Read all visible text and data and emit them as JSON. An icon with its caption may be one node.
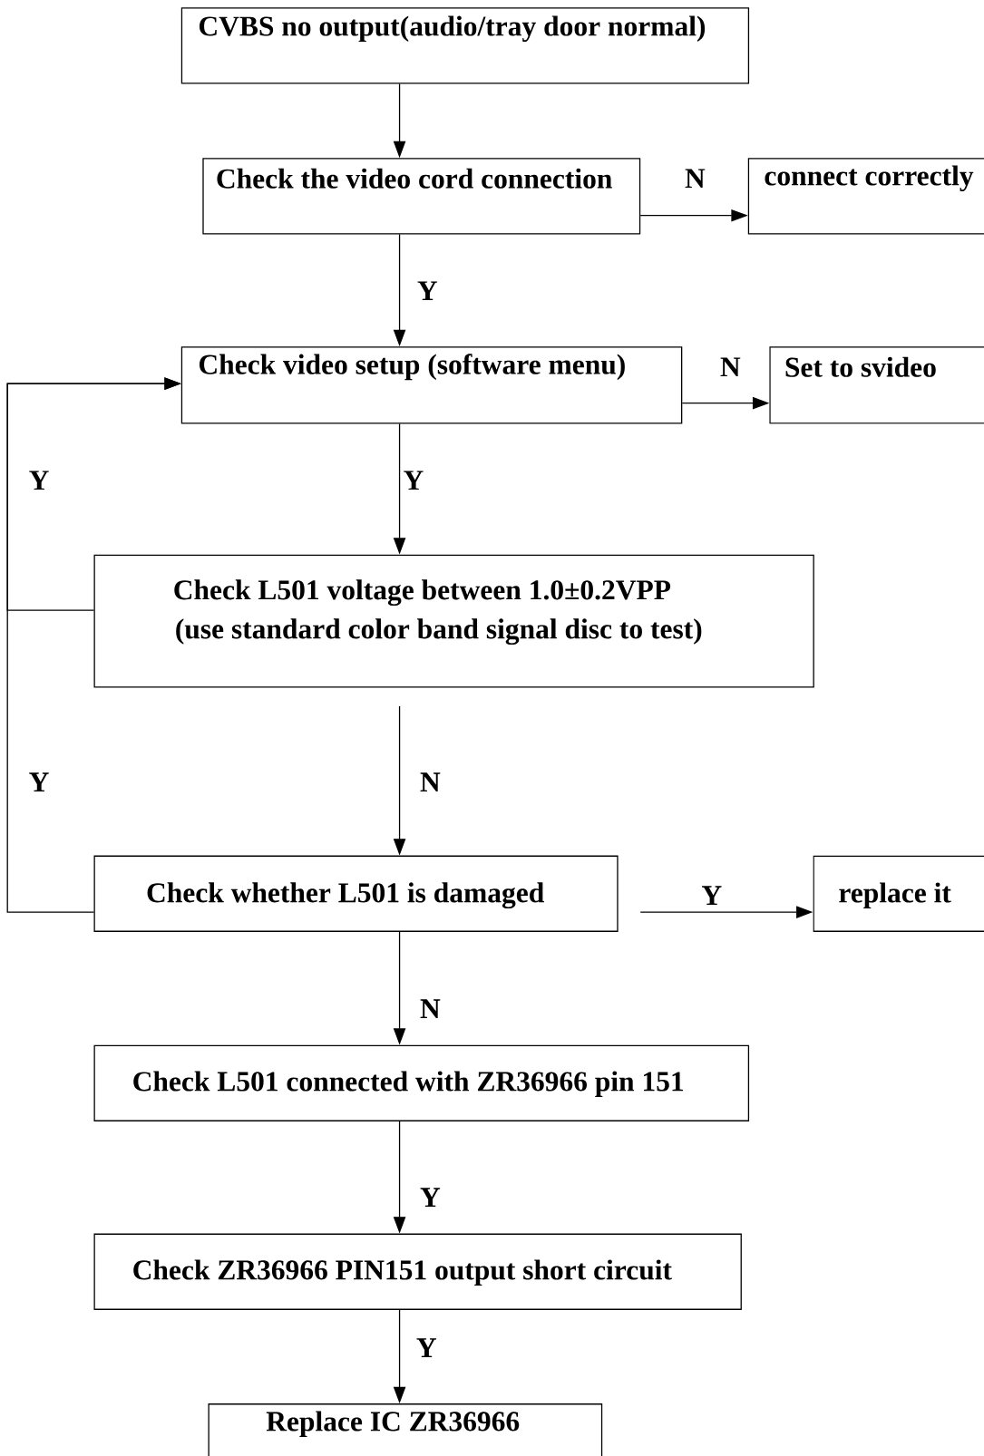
{
  "diagram": {
    "nodes": [
      {
        "text": [
          "CVBS no output(audio/tray door normal)"
        ]
      },
      {
        "text": [
          "Check the video cord connection"
        ]
      },
      {
        "text": [
          "connect correctly"
        ]
      },
      {
        "text": [
          "Check video setup (software menu)"
        ]
      },
      {
        "text": [
          "Set to svideo"
        ]
      },
      {
        "text": [
          "Check L501 voltage between 1.0±0.2VPP",
          "(use standard color band signal disc to test)"
        ]
      },
      {
        "text": [
          "Check whether L501 is damaged"
        ]
      },
      {
        "text": [
          "replace it"
        ]
      },
      {
        "text": [
          "Check L501 connected with ZR36966 pin 151"
        ]
      },
      {
        "text": [
          "Check ZR36966 PIN151 output short circuit"
        ]
      },
      {
        "text": [
          "Replace IC ZR36966"
        ]
      }
    ],
    "edges": [
      {
        "from": 0,
        "to": 1,
        "arrow": "to"
      },
      {
        "from": 1,
        "to": 2,
        "arrow": "to",
        "label": "N"
      },
      {
        "from": 1,
        "to": 3,
        "arrow": "to",
        "label": "Y"
      },
      {
        "from": 3,
        "to": 4,
        "arrow": "to",
        "label": "N"
      },
      {
        "from": 3,
        "to": 5,
        "arrow": "to",
        "label": "Y"
      },
      {
        "from": 5,
        "to": 3,
        "arrow": "to",
        "label": "Y"
      },
      {
        "from": 5,
        "to": 6,
        "arrow": "to",
        "label": "N"
      },
      {
        "from": 6,
        "to": 3,
        "arrow": "to",
        "label": "Y"
      },
      {
        "from": 6,
        "to": 7,
        "arrow": "to",
        "label": "Y"
      },
      {
        "from": 6,
        "to": 8,
        "arrow": "to",
        "label": "N"
      },
      {
        "from": 8,
        "to": 9,
        "arrow": "to",
        "label": "Y"
      },
      {
        "from": 9,
        "to": 10,
        "arrow": "to",
        "label": "Y"
      }
    ]
  }
}
